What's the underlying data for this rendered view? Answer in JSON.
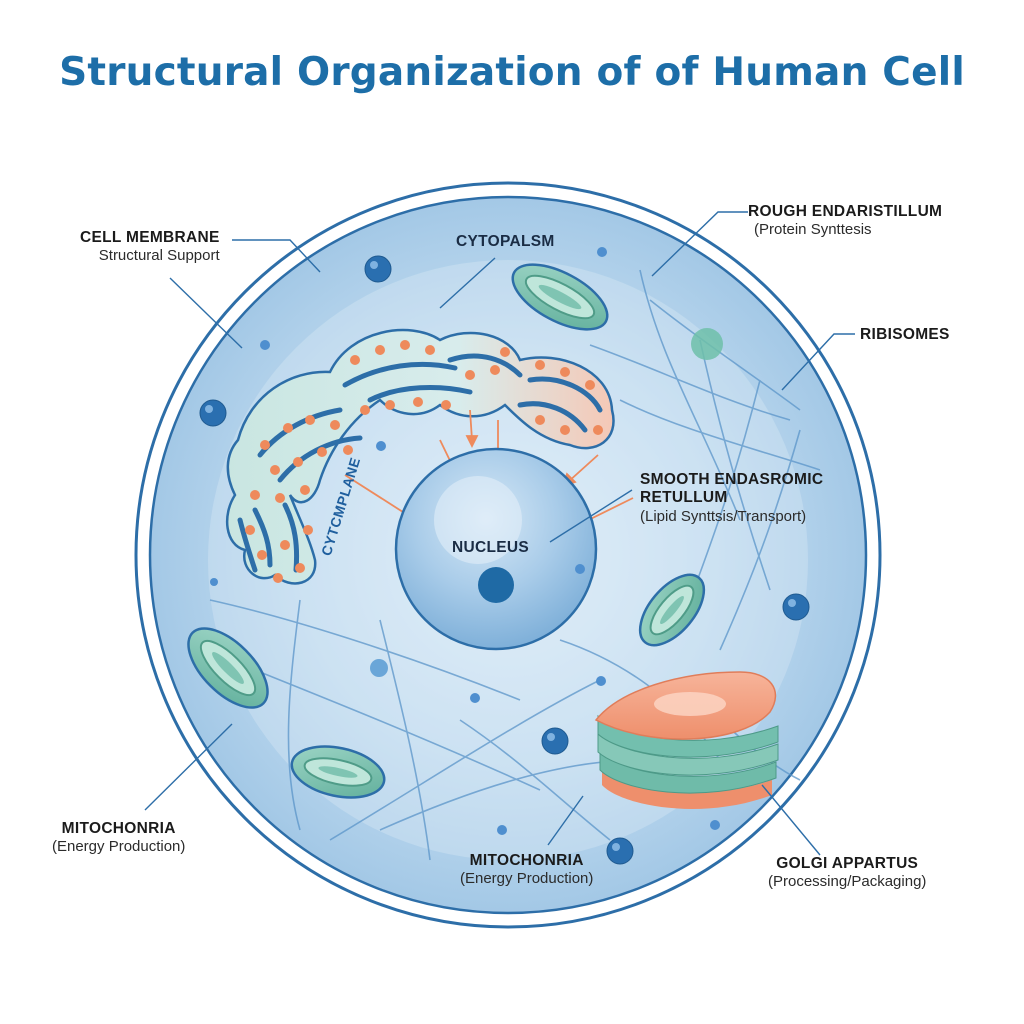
{
  "title": "Structural Organization of of Human Cell",
  "labels": {
    "cell_membrane": {
      "name": "CELL MEMBRANE",
      "sub": "Structural Support"
    },
    "cytoplasm": {
      "name": "CYTOPALSM"
    },
    "rough_er": {
      "name": "ROUGH ENDARISTILLUM",
      "sub": "(Protein Synttesis"
    },
    "ribosomes": {
      "name": "RIBISOMES"
    },
    "smooth_er": {
      "name1": "SMOOTH ENDASROMIC",
      "name2": "RETULLUM",
      "sub": "(Lipid Synttsis/Transport)"
    },
    "nucleus": {
      "name": "NUCLEUS"
    },
    "cytoplane": {
      "name": "CYTCMPLANE"
    },
    "mito_left": {
      "name": "MITOCHONRIA",
      "sub": "(Energy Production)"
    },
    "mito_bottom": {
      "name": "MITOCHONRIA",
      "sub": "(Energy Production)"
    },
    "golgi": {
      "name": "GOLGI APPARTUS",
      "sub": "(Processing/Packaging)"
    }
  },
  "colors": {
    "title": "#1d6ea8",
    "membrane": "#2f6fa8",
    "cytoplasm": "#a9cce8",
    "nucleus": "#8dbbe0",
    "nucleolus": "#1f6aa5",
    "mitochondria": "#6fb7a4",
    "ribosome": "#ee8a5c",
    "golgi_top": "#f29c7c",
    "golgi_stack": "#73bfae"
  }
}
